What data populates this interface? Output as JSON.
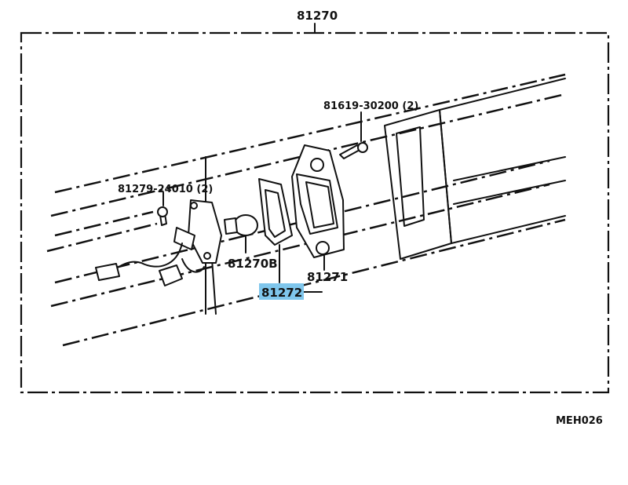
{
  "labels": {
    "assembly": "81270",
    "screw_top": "81619-30200 (2)",
    "screw_left": "81279-24010 (2)",
    "bulb": "81270B",
    "lens": "81271",
    "gasket": "81272",
    "diagram_code": "MEH026"
  },
  "colors": {
    "highlight": "#7fc6ec",
    "ink": "#111111"
  }
}
